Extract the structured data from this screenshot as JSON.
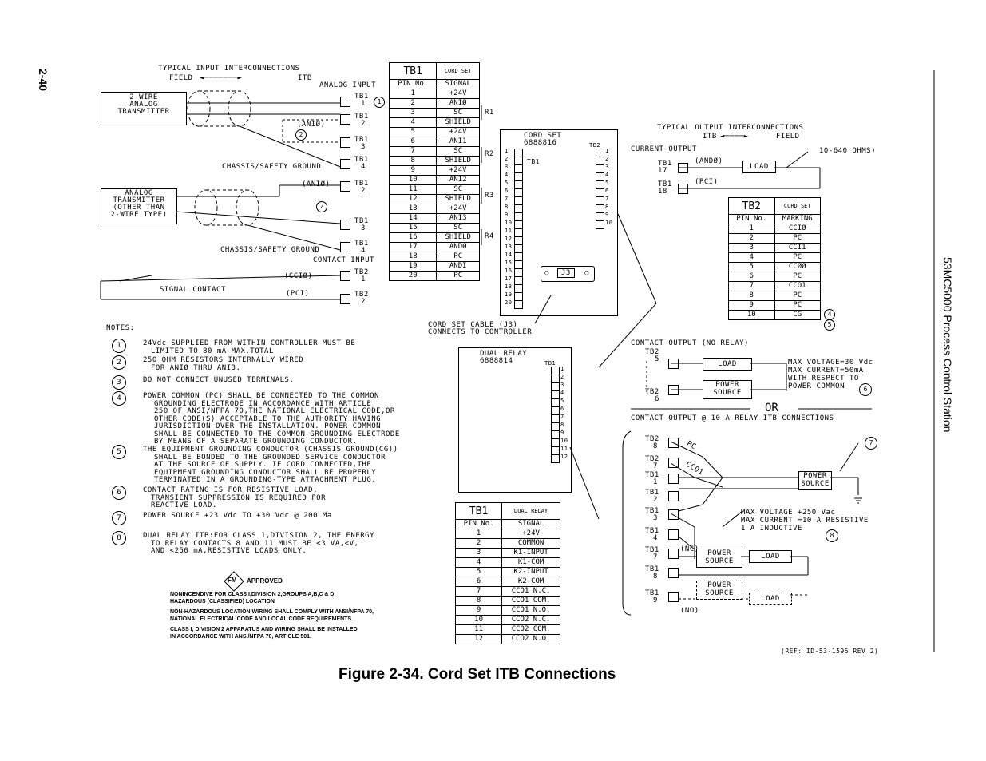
{
  "page_number": "2-40",
  "side_title": "53MC5000 Process Control Station",
  "caption": "Figure 2-34.  Cord Set ITB Connections",
  "reference": "(REF: ID-53-1595  REV 2)",
  "input_section": {
    "title": "TYPICAL  INPUT  INTERCONNECTIONS",
    "field": "FIELD",
    "itb": "ITB",
    "analog_input": "ANALOG  INPUT",
    "contact_input": "CONTACT  INPUT",
    "transmitter_2wire": [
      "2-WIRE",
      "ANALOG",
      "TRANSMITTER"
    ],
    "transmitter_other": [
      "ANALOG",
      "TRANSMITTER",
      "(OTHER  THAN",
      "2-WIRE  TYPE)"
    ],
    "chassis_ground": "CHASSIS/SAFETY  GROUND",
    "ani0": "(ANIØ)",
    "ani1": "(ANIØ)",
    "cci0": "(CCIØ)",
    "pci": "(PCI)",
    "signal_contact": "SIGNAL  CONTACT",
    "tb1": "TB1",
    "tb2": "TB2",
    "terms_top": [
      "1",
      "2",
      "3",
      "4"
    ],
    "terms_mid": [
      "2",
      "3",
      "4"
    ],
    "terms_contact": [
      "1",
      "2"
    ]
  },
  "tb1_cord_table": {
    "title": "TB1",
    "cord_set": "CORD SET",
    "headers": [
      "PIN No.",
      "SIGNAL"
    ],
    "rows": [
      [
        "1",
        "+24V"
      ],
      [
        "2",
        "ANIØ"
      ],
      [
        "3",
        "SC"
      ],
      [
        "4",
        "SHIELD"
      ],
      [
        "5",
        "+24V"
      ],
      [
        "6",
        "ANI1"
      ],
      [
        "7",
        "SC"
      ],
      [
        "8",
        "SHIELD"
      ],
      [
        "9",
        "+24V"
      ],
      [
        "10",
        "ANI2"
      ],
      [
        "11",
        "SC"
      ],
      [
        "12",
        "SHIELD"
      ],
      [
        "13",
        "+24V"
      ],
      [
        "14",
        "ANI3"
      ],
      [
        "15",
        "SC"
      ],
      [
        "16",
        "SHIELD"
      ],
      [
        "17",
        "ANDØ"
      ],
      [
        "18",
        "PC"
      ],
      [
        "19",
        "ANDI"
      ],
      [
        "20",
        "PC"
      ]
    ],
    "resistors": [
      "R1",
      "R2",
      "R3",
      "R4"
    ]
  },
  "cord_set_board": {
    "title": "CORD SET",
    "part": "6888816",
    "tb1": "TB1",
    "tb2": "TB2",
    "j3": "J3",
    "cable_note": [
      "CORD SET CABLE (J3)",
      "CONNECTS TO CONTROLLER"
    ]
  },
  "output_section": {
    "title": "TYPICAL  OUTPUT  INTERCONNECTIONS",
    "itb": "ITB",
    "field": "FIELD",
    "current_output": "CURRENT  OUTPUT",
    "ohms": "10-640  OHMS)",
    "and0": "(ANDØ)",
    "pci": "(PCI)",
    "load": "LOAD",
    "tb1_17": "TB1 17",
    "tb1_18": "TB1 18"
  },
  "tb2_table": {
    "title": "TB2",
    "cord_set": "CORD SET",
    "headers": [
      "PIN No.",
      "MARKING"
    ],
    "rows": [
      [
        "1",
        "CCIØ"
      ],
      [
        "2",
        "PC"
      ],
      [
        "3",
        "CCI1"
      ],
      [
        "4",
        "PC"
      ],
      [
        "5",
        "CCØØ"
      ],
      [
        "6",
        "PC"
      ],
      [
        "7",
        "CCO1"
      ],
      [
        "8",
        "PC"
      ],
      [
        "9",
        "PC"
      ],
      [
        "10",
        "CG"
      ]
    ]
  },
  "contact_output": {
    "title": "CONTACT  OUTPUT  (NO  RELAY)",
    "load": "LOAD",
    "power_source": [
      "POWER",
      "SOURCE"
    ],
    "limits": [
      "MAX  VOLTAGE=30  Vdc",
      "MAX  CURRENT=50mA",
      "WITH  RESPECT  TO",
      "POWER  COMMON"
    ],
    "or": "OR",
    "relay_title": "CONTACT  OUTPUT  @  10  A  RELAY  ITB  CONNECTIONS",
    "relay_limits": [
      "MAX  VOLTAGE  +250  Vac",
      "MAX  CURRENT  =10  A  RESISTIVE",
      "1  A  INDUCTIVE"
    ],
    "pc": "PC",
    "cco1": "CCO1",
    "nc": "(NC)",
    "no": "(NO)"
  },
  "dual_relay_board": {
    "title": "DUAL  RELAY",
    "part": "6888814",
    "tb1": "TB1"
  },
  "dual_relay_table": {
    "title": "TB1",
    "dual_relay": "DUAL RELAY",
    "headers": [
      "PIN No.",
      "SIGNAL"
    ],
    "rows": [
      [
        "1",
        "+24V"
      ],
      [
        "2",
        "COMMON"
      ],
      [
        "3",
        "K1-INPUT"
      ],
      [
        "4",
        "K1-COM"
      ],
      [
        "5",
        "K2-INPUT"
      ],
      [
        "6",
        "K2-COM"
      ],
      [
        "7",
        "CCO1  N.C."
      ],
      [
        "8",
        "CCO1  COM."
      ],
      [
        "9",
        "CCO1  N.O."
      ],
      [
        "10",
        "CCO2  N.C."
      ],
      [
        "11",
        "CCO2  COM."
      ],
      [
        "12",
        "CCO2  N.O."
      ]
    ]
  },
  "notes": {
    "heading": "NOTES:",
    "items": [
      {
        "num": "1",
        "lines": [
          "24Vdc  SUPPLIED  FROM  WITHIN  CONTROLLER  MUST  BE",
          "LIMITED  TO  80  mA  MAX.TOTAL"
        ]
      },
      {
        "num": "2",
        "lines": [
          "250  OHM  RESISTORS  INTERNALLY  WIRED",
          "FOR  ANIØ  THRU  ANI3."
        ]
      },
      {
        "num": "3",
        "lines": [
          "DO  NOT  CONNECT  UNUSED  TERMINALS."
        ]
      },
      {
        "num": "4",
        "lines": [
          "POWER  COMMON  (PC)  SHALL  BE  CONNECTED  TO  THE  COMMON",
          "GROUNDING  ELECTRODE  IN  ACCORDANCE  WITH  ARTICLE",
          "250  OF  ANSI/NFPA  70,THE  NATIONAL  ELECTRICAL  CODE,OR",
          "OTHER  CODE(S)  ACCEPTABLE  TO  THE  AUTHORITY  HAVING",
          "JURISDICTION  OVER  THE  INSTALLATION.  POWER  COMMON",
          "SHALL  BE  CONNECTED  TO  THE  COMMON  GROUNDING  ELECTRODE",
          "BY  MEANS  OF  A  SEPARATE  GROUNDING  CONDUCTOR."
        ]
      },
      {
        "num": "5",
        "lines": [
          "THE  EQUIPMENT  GROUNDING  CONDUCTOR  (CHASSIS  GROUND(CG))",
          "SHALL  BE  BONDED  TO  THE  GROUNDED  SERVICE  CONDUCTOR",
          "AT  THE  SOURCE  OF  SUPPLY.  IF  CORD  CONNECTED,THE",
          "EQUIPMENT  GROUNDING  CONDUCTOR  SHALL  BE  PROPERLY",
          "TERMINATED  IN  A  GROUNDING-TYPE  ATTACHMENT  PLUG."
        ]
      },
      {
        "num": "6",
        "lines": [
          "CONTACT  RATING  IS  FOR  RESISTIVE  LOAD,",
          "TRANSIENT  SUPPRESSION  IS  REQUIRED  FOR",
          "REACTIVE  LOAD."
        ]
      },
      {
        "num": "7",
        "lines": [
          "POWER  SOURCE  +23  Vdc  TO  +30  Vdc  @  200  Ma"
        ]
      },
      {
        "num": "8",
        "lines": [
          "DUAL  RELAY  ITB:FOR  CLASS  1,DIVISION  2,  THE  ENERGY",
          "TO  RELAY  CONTACTS  8  AND  11  MUST  BE  <3  VA,<V,",
          "AND  <250  mA,RESISTIVE  LOADS  ONLY."
        ]
      }
    ]
  },
  "fm": {
    "logo": "FM",
    "approved": "APPROVED",
    "lines": [
      "NONINCENDIVE FOR CLASS I,DIVISION 2,GROUPS A,B,C & D,",
      "HAZARDOUS (CLASSIFIED) LOCATION",
      "NON-HAZARDOUS LOCATION WIRING SHALL COMPLY WITH ANSI/NFPA 70,",
      "NATIONAL ELECTRICAL CODE AND LOCAL CODE REQUIREMENTS.",
      "CLASS I, DIVISION 2 APPARATUS AND WIRING SHALL BE INSTALLED",
      "IN ACCORDANCE WITH ANSI/NFPA 70, ARTICLE 501."
    ]
  }
}
